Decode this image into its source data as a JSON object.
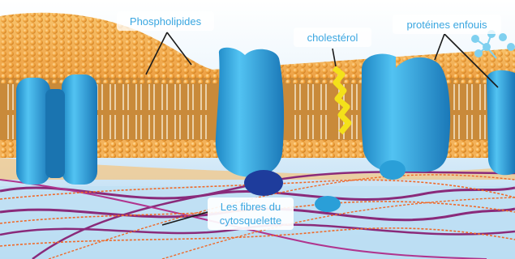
{
  "labels": {
    "phospholipides": "Phospholipides",
    "cholesterol": "cholestérol",
    "proteines": "protéines enfouis",
    "fibres_line1": "Les fibres du",
    "fibres_line2": "cytosquelette"
  },
  "colors": {
    "label_blue": "#3aa6e0",
    "head_orange": "#f2a43c",
    "tail_cream": "#f6e7cc",
    "protein_blue": "#2a9fd8",
    "protein_dark": "#1e3c9c",
    "cholesterol_yellow": "#f4e11a",
    "fiber_purple": "#8a2a7a",
    "fiber_orange": "#ef6a2a",
    "background_blue": "#cfe6f5"
  }
}
